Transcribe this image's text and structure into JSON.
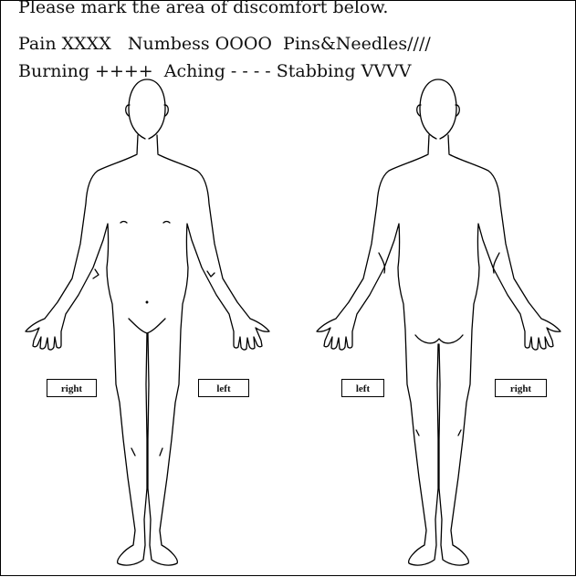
{
  "form": {
    "instruction": "Please mark the area of discomfort below.",
    "legend_line_1": "Pain XXXX   Numbess OOOO  Pins&Needles////",
    "legend_line_2": "Burning ++++  Aching - - - - Stabbing VVVV"
  },
  "front_view": {
    "label_screen_left": "right",
    "label_screen_right": "left"
  },
  "back_view": {
    "label_screen_left": "left",
    "label_screen_right": "right"
  }
}
